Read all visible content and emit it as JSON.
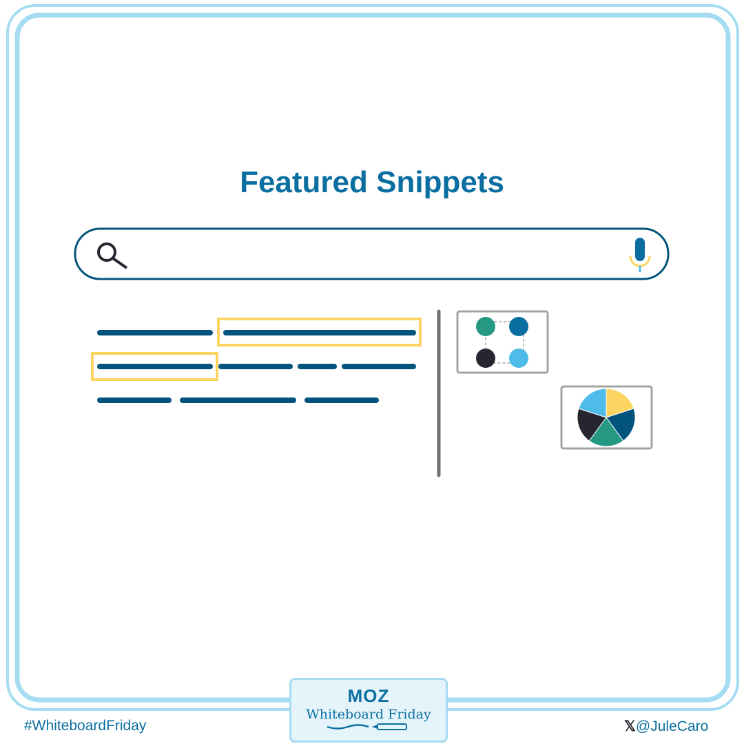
{
  "title": "Featured Snippets",
  "footer": {
    "hashtag": "#WhiteboardFriday",
    "handle": "@JuleCaro"
  },
  "logo": {
    "brand": "MOZ",
    "series": "Whiteboard Friday"
  },
  "colors": {
    "frame": "#a6dcf1",
    "navy": "#03547c",
    "highlight": "#fdd462",
    "teal": "#249882",
    "blue": "#0a6fa0",
    "dark": "#262630",
    "light_blue": "#4dbce8"
  },
  "pie": {
    "slices": [
      20,
      20,
      20,
      20,
      20
    ],
    "colors": [
      "#fdd462",
      "#03547c",
      "#249882",
      "#262630",
      "#4dbce8"
    ]
  }
}
